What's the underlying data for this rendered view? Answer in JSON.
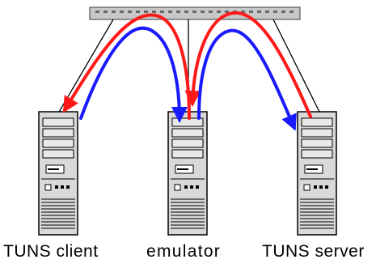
{
  "nodes": [
    {
      "id": "client",
      "label": "TUNS client"
    },
    {
      "id": "emulator",
      "label": "emulator"
    },
    {
      "id": "server",
      "label": "TUNS server"
    }
  ],
  "hub": {
    "kind": "network-switch"
  },
  "flows": [
    {
      "from": "client",
      "to": "emulator",
      "color": "#1a1aff",
      "direction": "outbound"
    },
    {
      "from": "emulator",
      "to": "client",
      "color": "#ff1a1a",
      "direction": "return"
    },
    {
      "from": "emulator",
      "to": "server",
      "color": "#1a1aff",
      "direction": "outbound"
    },
    {
      "from": "server",
      "to": "emulator",
      "color": "#ff1a1a",
      "direction": "return"
    }
  ],
  "colors": {
    "outbound": "#1a1aff",
    "return": "#ff1a1a",
    "device_fill": "#d9d9d9",
    "device_stroke": "#000000",
    "switch_fill": "#c8c8c8"
  }
}
